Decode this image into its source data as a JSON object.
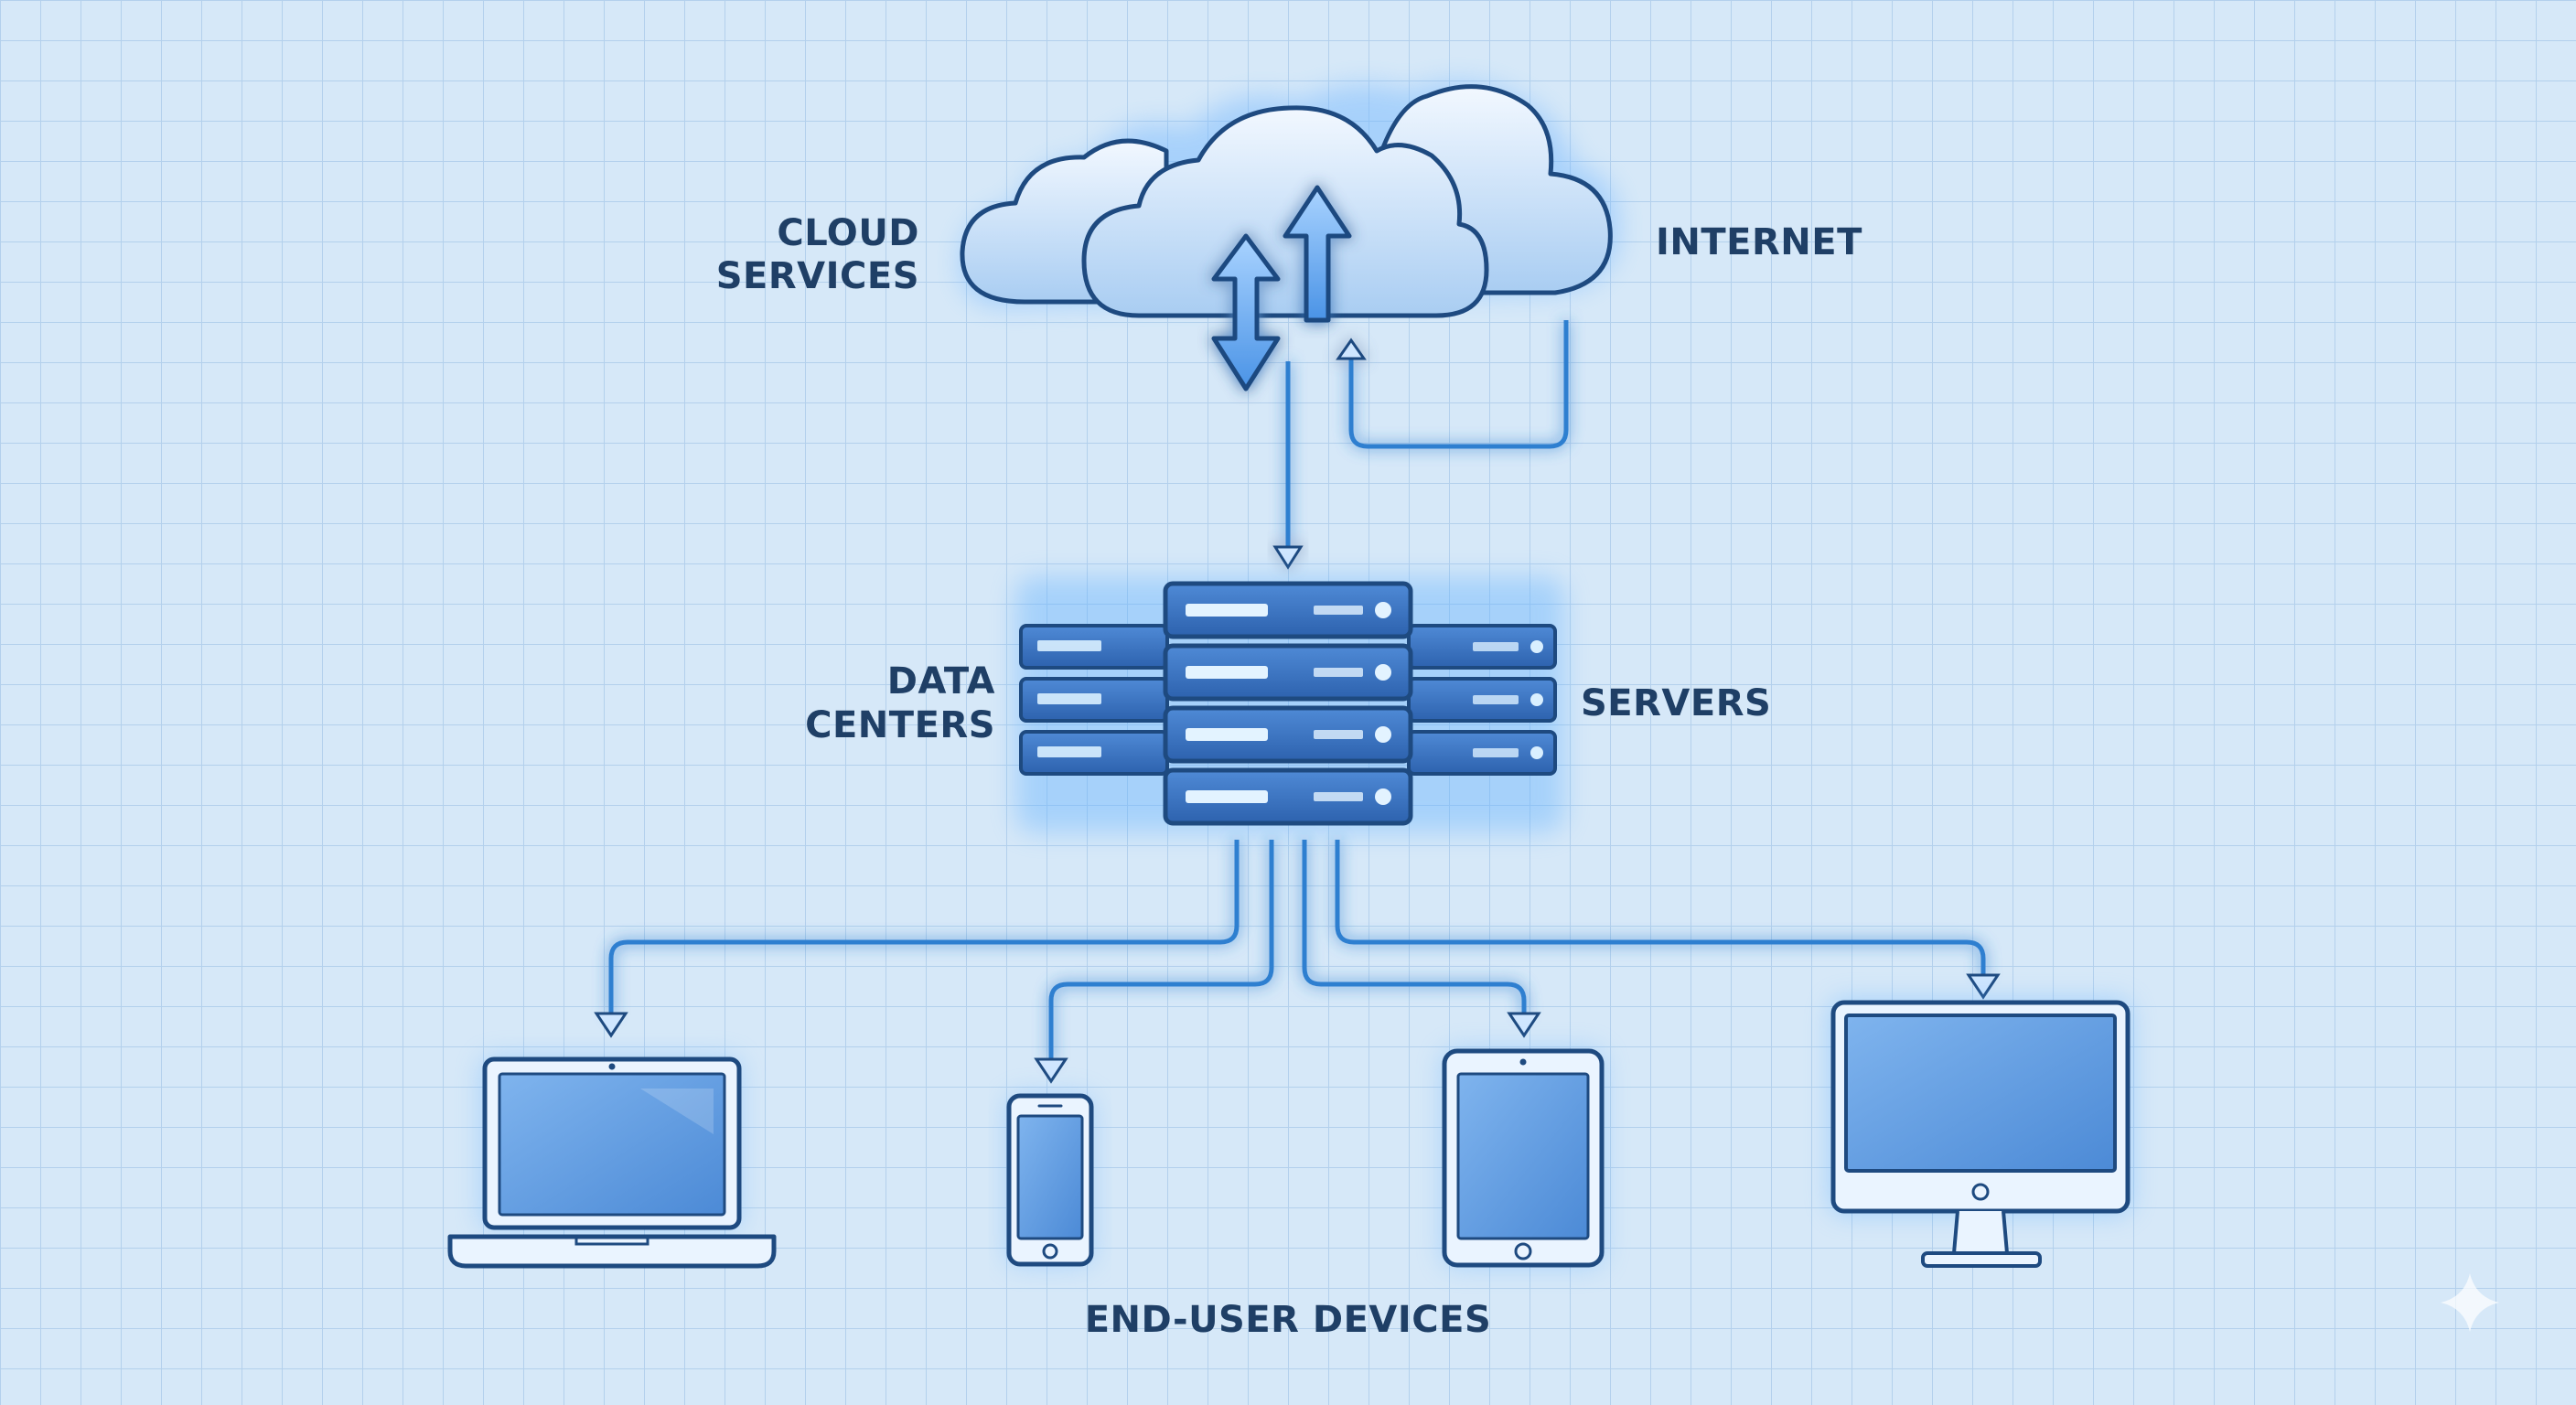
{
  "labels": {
    "cloud_services": [
      "CLOUD",
      "SERVICES"
    ],
    "internet": "INTERNET",
    "data_centers": [
      "DATA",
      "CENTERS"
    ],
    "servers": "SERVERS",
    "end_user_devices": "END-USER DEVICES"
  },
  "colors": {
    "background": "#d6e8f8",
    "grid": "#b3d0ec",
    "outline": "#1e4a80",
    "connector": "#2f7fd0",
    "glow": "#5fb0ff",
    "screen": "#5d9be0",
    "server_body": "#3a74c4",
    "label": "#1f3f66"
  },
  "icons": [
    "cloud-icon",
    "server-rack-icon",
    "laptop-icon",
    "smartphone-icon",
    "tablet-icon",
    "desktop-monitor-icon"
  ]
}
